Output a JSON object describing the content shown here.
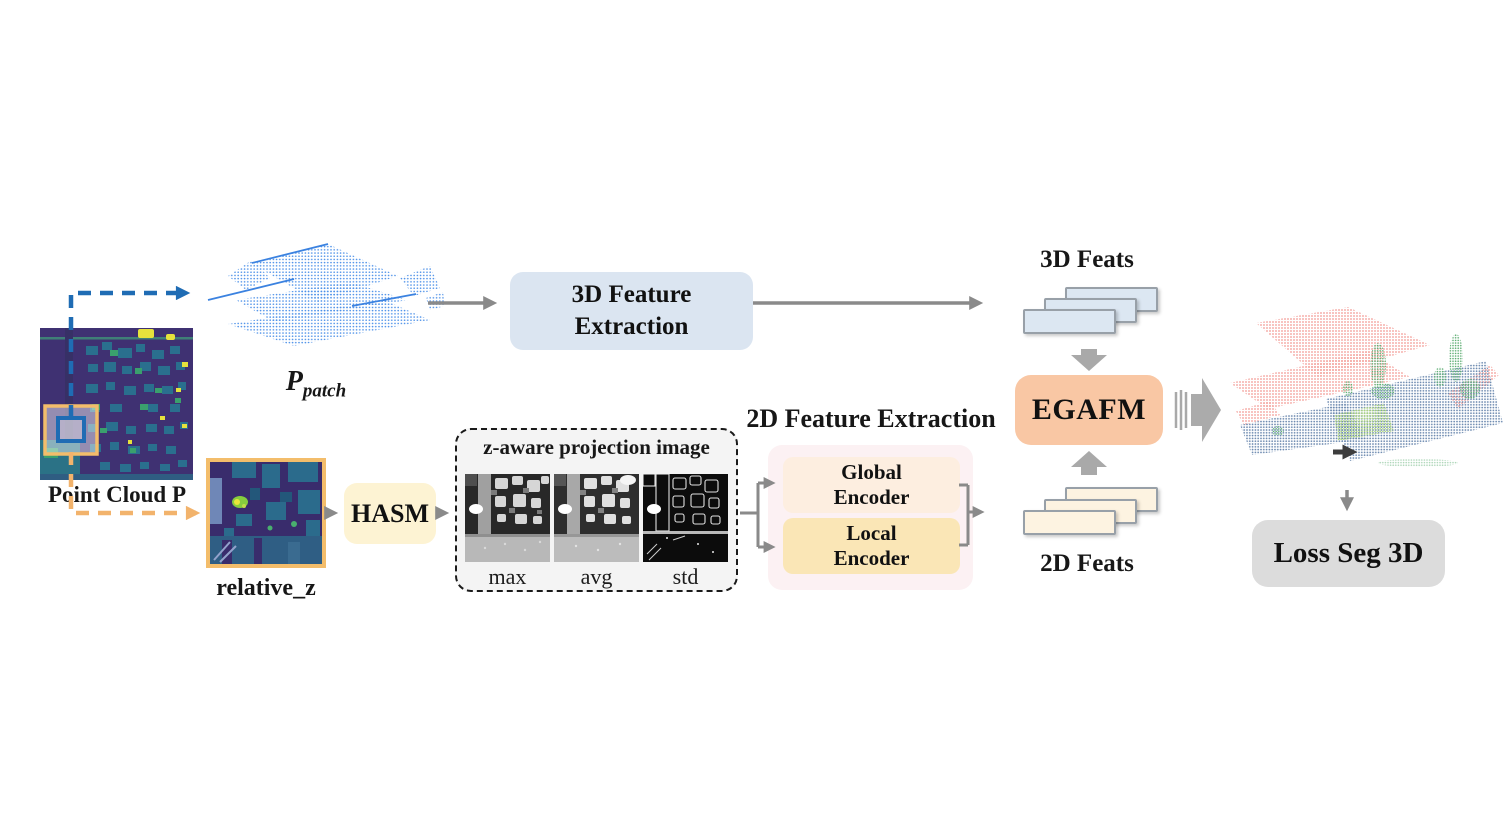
{
  "figure": {
    "source": {
      "image_label": "Point Cloud P",
      "patch_symbol": "P",
      "patch_subscript": "patch",
      "relative_z_label": "relative_z"
    },
    "branch_3d": {
      "extraction_box": "3D Feature Extraction",
      "feats_label": "3D Feats"
    },
    "branch_2d": {
      "hasm_box": "HASM",
      "zaware_title": "z-aware projection image",
      "projection_labels": [
        "max",
        "avg",
        "std"
      ],
      "section_title": "2D Feature Extraction",
      "global_encoder": "Global Encoder",
      "local_encoder": "Local Encoder",
      "feats_label": "2D Feats"
    },
    "fusion": {
      "egafm_box": "EGAFM"
    },
    "output": {
      "loss_box": "Loss Seg 3D"
    },
    "colors": {
      "box_3d_fill": "#dbe5f1",
      "hasm_fill": "#fdf3d3",
      "global_fill": "#fdeee0",
      "local_fill": "#fae6b6",
      "egafm_fill": "#f9c7a4",
      "loss_fill": "#dcdcdc",
      "feats3d_fill": "#dce7f2",
      "feats2d_fill": "#fdf3e1",
      "arrow_gray": "#8a8a8a",
      "dashed_blue": "#1f6cb4",
      "dashed_orange": "#f2b36c",
      "patch_cloud_blue": "#4a8fe8",
      "seg_salmon": "#f2938d",
      "seg_blue": "#6886ad",
      "seg_green": "#5fae74",
      "seg_lightgreen": "#aed77e"
    }
  }
}
